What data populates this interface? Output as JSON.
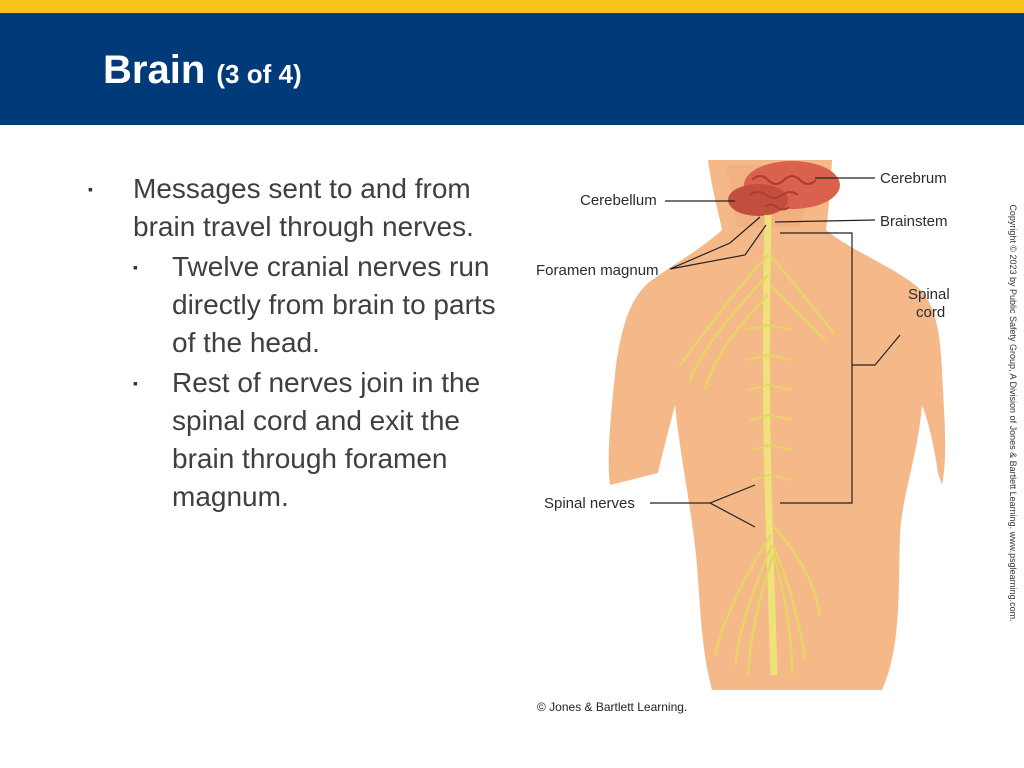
{
  "slide": {
    "title": "Brain",
    "title_suffix": "(3 of 4)"
  },
  "bullets": {
    "main": {
      "text": "Messages sent to and from brain travel through nerves."
    },
    "sub": [
      {
        "text": "Twelve cranial nerves run directly from brain to parts of the head."
      },
      {
        "text": "Rest of nerves join in the spinal cord and exit the brain through foramen magnum."
      }
    ],
    "marker": "▪"
  },
  "figure": {
    "labels": {
      "cerebrum": "Cerebrum",
      "cerebellum": "Cerebellum",
      "brainstem": "Brainstem",
      "foramen_magnum": "Foramen magnum",
      "spinal_cord_line1": "Spinal",
      "spinal_cord_line2": "cord",
      "spinal_nerves": "Spinal nerves"
    },
    "credit": "© Jones & Bartlett Learning."
  },
  "side_copyright": "Copyright © 2023 by Public Safety Group, A Division of Jones & Bartlett Learning. www.psglearning.com.",
  "colors": {
    "stripe": "#f9c21b",
    "header": "#003a78",
    "skin": "#f5b889",
    "nerve": "#efe27a",
    "brain": "#d9614e"
  }
}
